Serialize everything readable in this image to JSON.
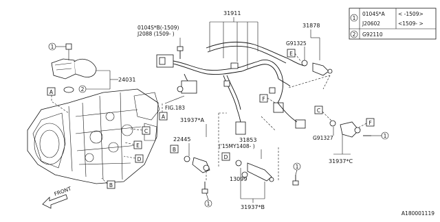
{
  "legend": {
    "rows": [
      {
        "marker": "1",
        "code": "0104S*A",
        "range": "< -1509>"
      },
      {
        "marker": "",
        "code": "J20602",
        "range": "<1509- >"
      },
      {
        "marker": "2",
        "code": "G92110",
        "range": ""
      }
    ]
  },
  "parts": {
    "p31911": "31911",
    "p31878": "31878",
    "p24031": "24031",
    "pG91325": "G91325",
    "p0104SB": "0104S*B(-1509)",
    "pJ2088": "J2088  (1509- )",
    "fig183": "FIG.183",
    "p31937A": "31937*A",
    "p22445": "22445",
    "p31853": "31853",
    "p15MY": "('15MY1408- )",
    "p13099": "13099",
    "p31937B": "31937*B",
    "pG91327": "G91327",
    "p31937C": "31937*C",
    "front": "FRONT",
    "diagram_id": "A180001119"
  },
  "markers": {
    "one": "1",
    "two": "2",
    "A": "A",
    "B": "B",
    "C": "C",
    "D": "D",
    "E": "E",
    "F": "F"
  }
}
